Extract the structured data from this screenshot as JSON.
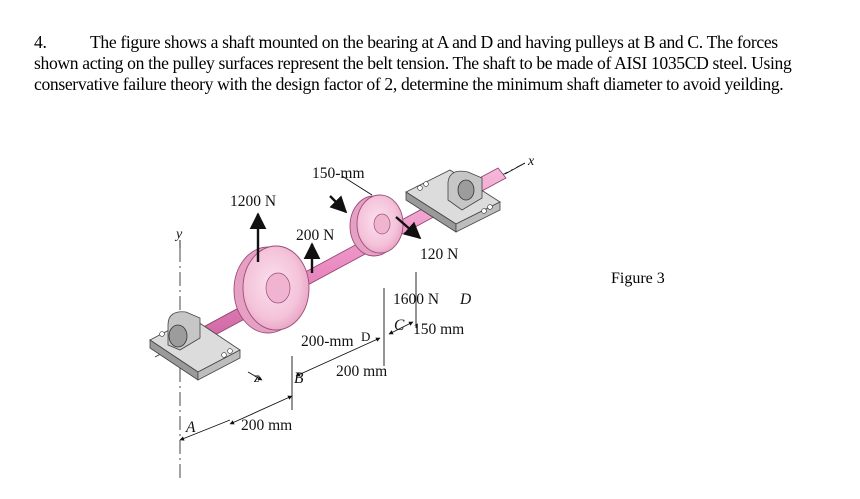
{
  "problem": {
    "number": "4.",
    "text": "The figure shows a shaft mounted on the bearing at A and D and having pulleys at B and C. The forces shown acting on the pulley surfaces represent the belt tension. The shaft to be made of AISI 1035CD steel. Using conservative failure theory with the design factor of 2, determine the minimum shaft diameter to avoid yeilding."
  },
  "figure": {
    "caption": "Figure  3",
    "labels": {
      "diameter_c": "150-mm",
      "force_1200": "1200 N",
      "force_200": "200 N",
      "force_120": "120 N",
      "force_1600": "1600 N",
      "point_d": "D",
      "point_c": "C",
      "dim_150": "150 mm",
      "diameter_b": "200-mm",
      "point_d_small": "D",
      "point_b": "B",
      "dim_200_bc": "200 mm",
      "dim_200_ab": "200 mm",
      "point_a": "A",
      "axis_x": "x",
      "axis_y": "y",
      "axis_z": "z"
    }
  },
  "colors": {
    "shaft": "#ec8fc4",
    "pulley": "#f4c2d9",
    "bearing": "#b5b5b5"
  }
}
